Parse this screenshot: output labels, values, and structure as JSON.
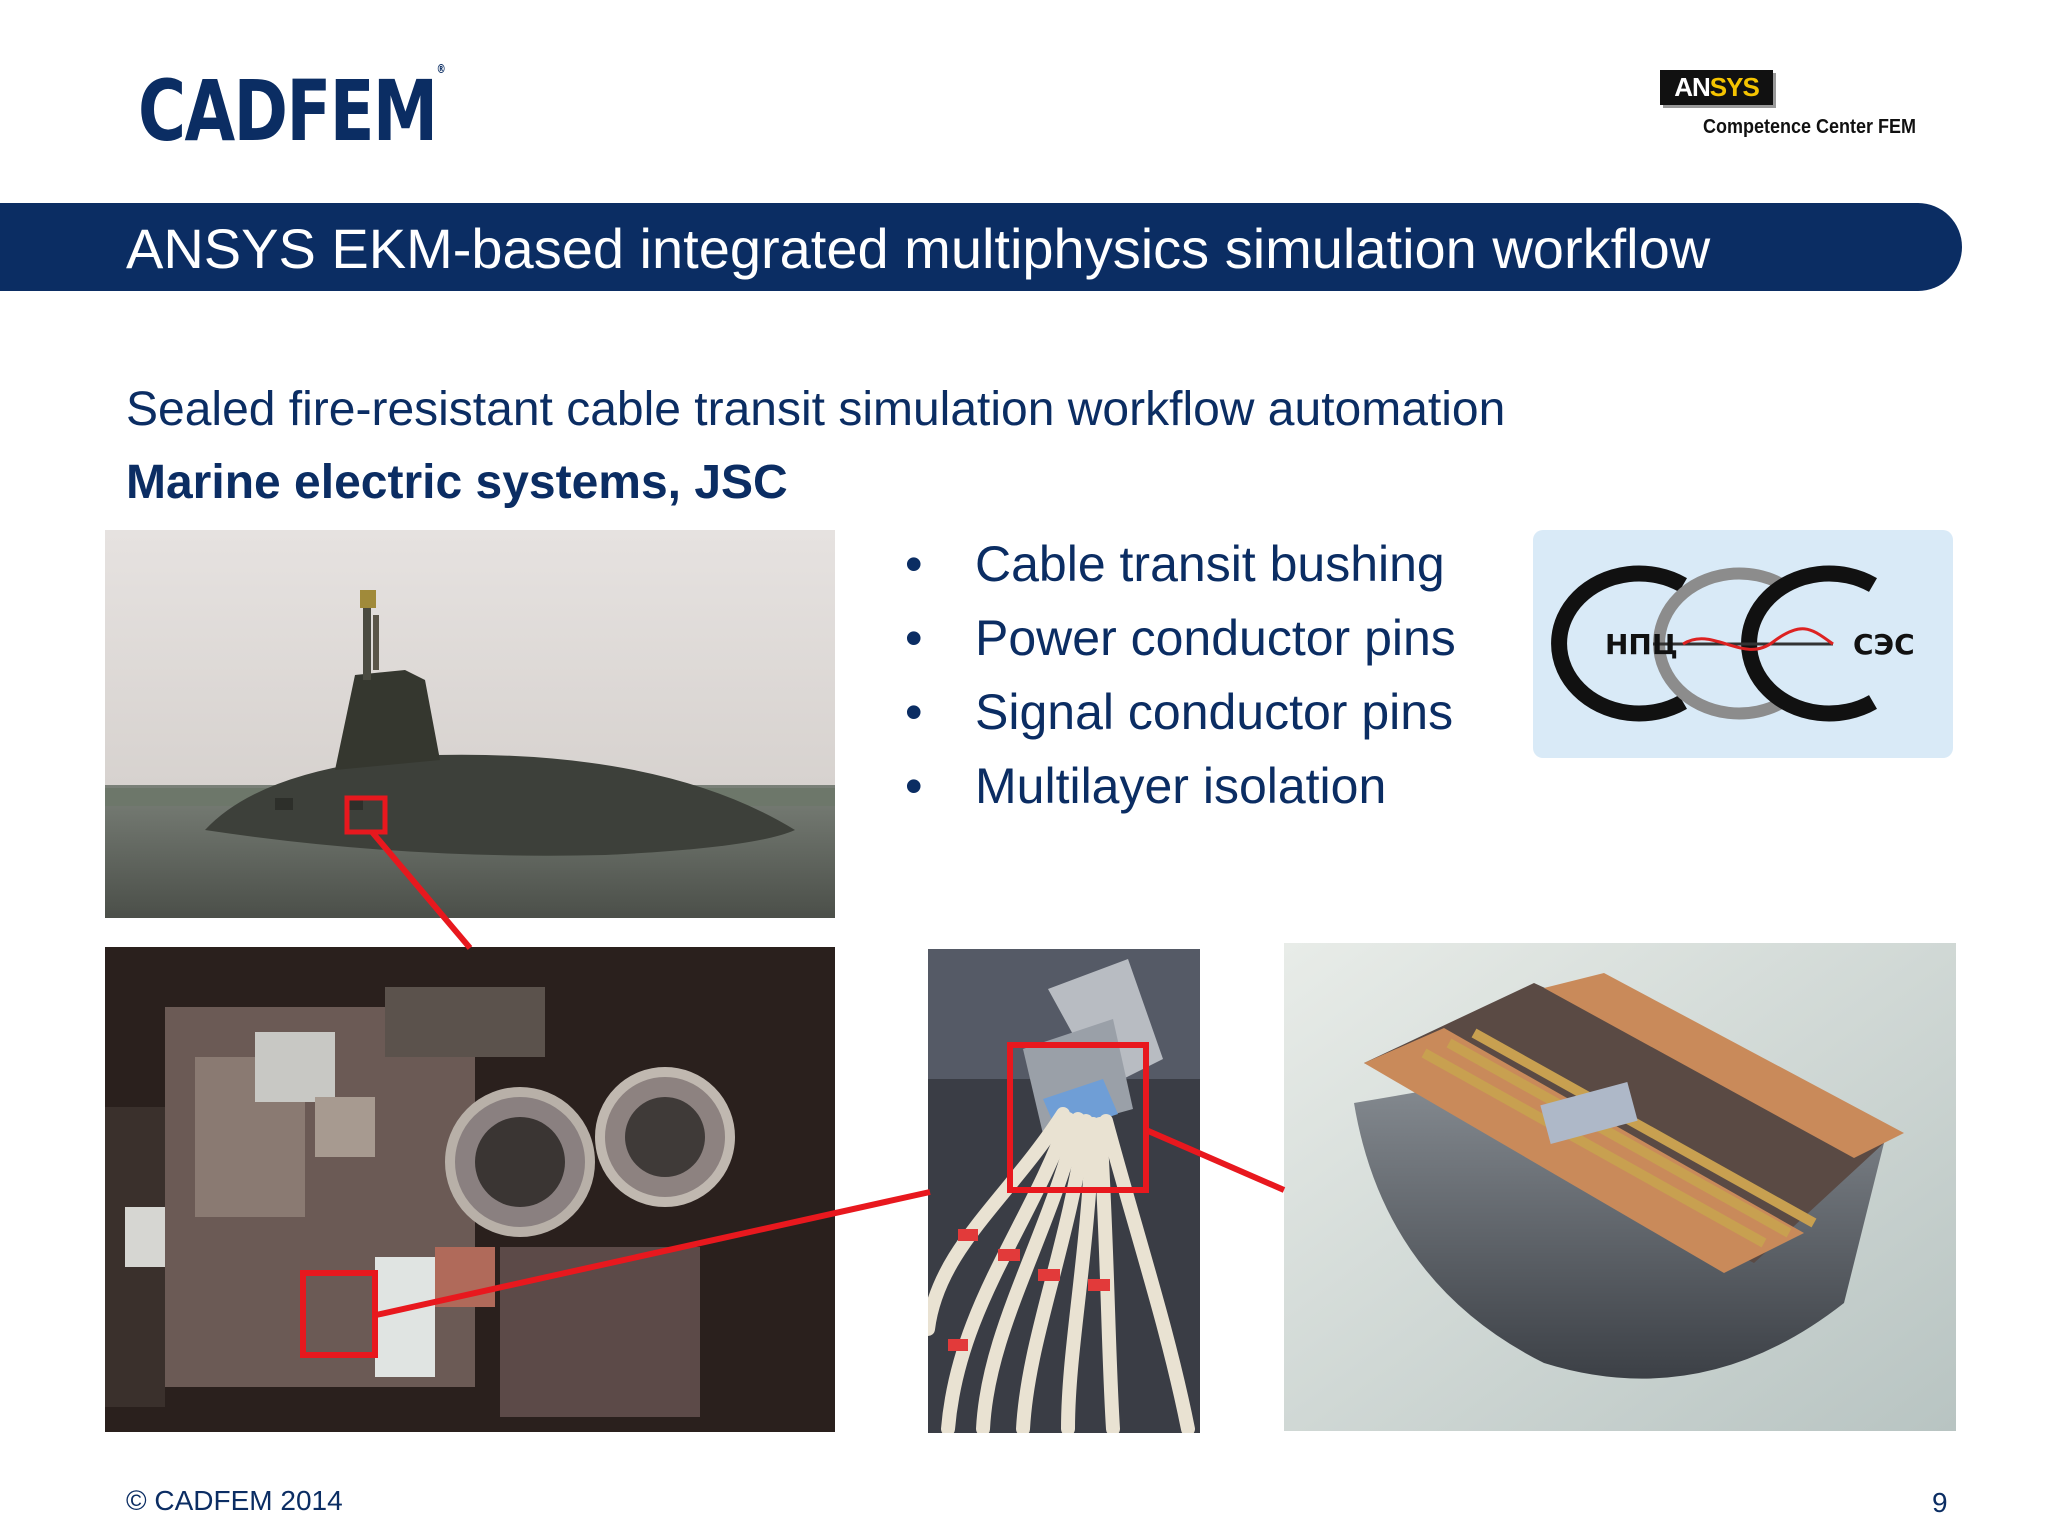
{
  "header": {
    "logo_text": "CADFEM",
    "logo_mark": "®",
    "partner_badge_a": "AN",
    "partner_badge_b": "SYS",
    "partner_subtitle": "Competence Center FEM"
  },
  "slide": {
    "title": "ANSYS EKM-based integrated multiphysics simulation workflow",
    "subtitle": "Sealed fire-resistant cable transit simulation workflow automation",
    "company": "Marine electric systems, JSC",
    "bullets": [
      "Cable transit bushing",
      "Power conductor pins",
      "Signal conductor pins",
      "Multilayer isolation"
    ],
    "company_logo": {
      "left": "НПЦ",
      "right": "СЭС"
    }
  },
  "footer": {
    "copyright": "© CADFEM 2014",
    "page": "9"
  },
  "colors": {
    "brand_navy": "#0b2d63",
    "highlight_red": "#e8181e"
  },
  "icons": [
    "submarine-photo",
    "submarine-interior-photo",
    "cable-bundle-photo",
    "connector-cutaway-photo"
  ]
}
